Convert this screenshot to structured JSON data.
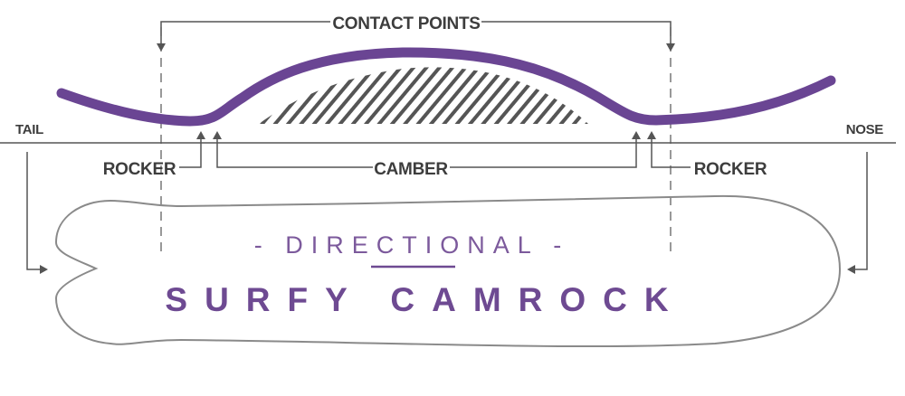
{
  "labels": {
    "contact_points": "CONTACT POINTS",
    "tail": "TAIL",
    "nose": "NOSE",
    "rocker_left": "ROCKER",
    "camber": "CAMBER",
    "rocker_right": "ROCKER"
  },
  "board": {
    "subtitle": "- DIRECTIONAL -",
    "title": "SURFY CAMROCK"
  },
  "colors": {
    "profile": "#6a4593",
    "text": "#3d3d3d",
    "accent": "#6e4a92",
    "outline": "#8a8a8a"
  }
}
